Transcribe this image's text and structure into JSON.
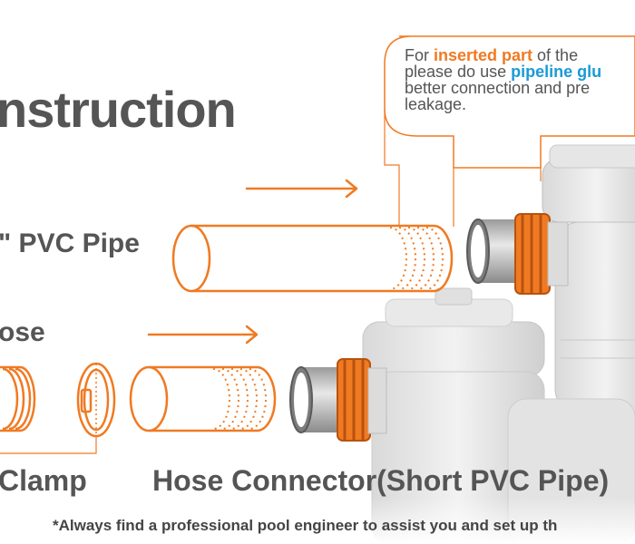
{
  "title": "nstruction",
  "labels": {
    "pvc_pipe": "\" PVC Pipe",
    "hose": "ose",
    "clamp": "Clamp",
    "hose_connector": "Hose Connector(Short PVC Pipe)"
  },
  "note": {
    "line1_pre": "For ",
    "line1_highlight": "inserted part",
    "line1_post": " of the",
    "line2_pre": "please do use ",
    "line2_highlight": "pipeline glu",
    "line3": "better connection and pre",
    "line4": "leakage."
  },
  "footer": "*Always find a professional pool engineer to assist you and set up th",
  "colors": {
    "accent": "#f07a22",
    "glue_blue": "#1a9ad6",
    "text_gray": "#555555"
  },
  "icons": [
    "arrow-right-icon",
    "pvc-pipe-icon",
    "hose-icon",
    "clamp-icon",
    "hose-connector-icon",
    "pump-icon"
  ]
}
